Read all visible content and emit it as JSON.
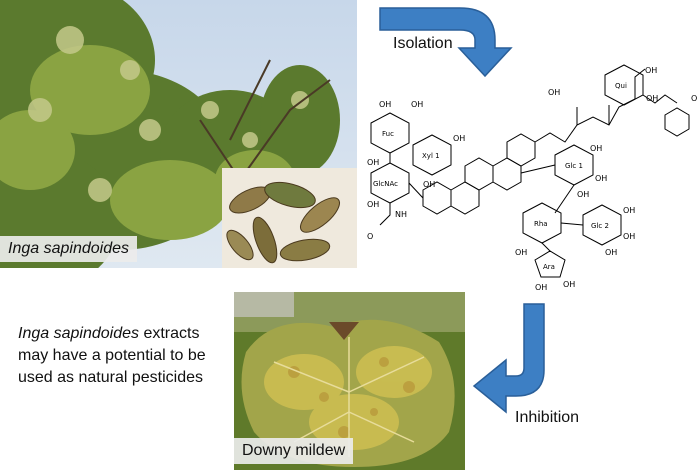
{
  "plant_photo": {
    "caption": "Inga sapindoides"
  },
  "disease_photo": {
    "caption": "Downy mildew"
  },
  "arrows": {
    "isolation": "Isolation",
    "inhibition": "Inhibition"
  },
  "statement": {
    "species": "Inga sapindoides",
    "text": "extracts may have a potential to be used as natural pesticides"
  },
  "molecule": {
    "sugars": [
      "Fuc",
      "Xyl 1",
      "Qui",
      "GlcNAc",
      "Glc 1",
      "Rha",
      "Glc 2",
      "Ara"
    ],
    "groups": {
      "oh": "OH",
      "nh": "NH",
      "o": "O",
      "ome": "O"
    }
  },
  "colors": {
    "arrow": "#3d7fc4",
    "arrow_edge": "#2a5f99",
    "caption_bg": "#ebebeb"
  }
}
